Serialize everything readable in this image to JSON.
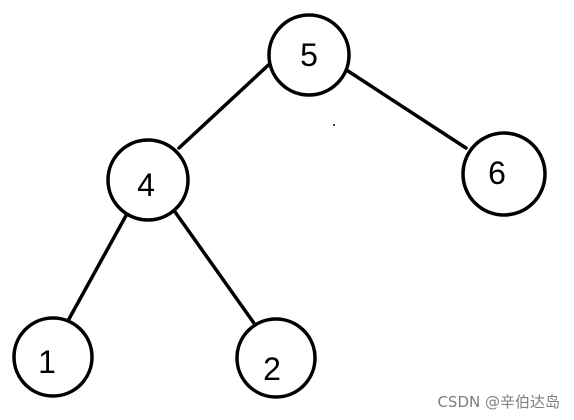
{
  "diagram": {
    "type": "binary-tree",
    "nodes": [
      {
        "id": "n5",
        "label": "5"
      },
      {
        "id": "n4",
        "label": "4"
      },
      {
        "id": "n6",
        "label": "6"
      },
      {
        "id": "n1",
        "label": "1"
      },
      {
        "id": "n2",
        "label": "2"
      }
    ],
    "edges": [
      {
        "from": "n5",
        "to": "n4"
      },
      {
        "from": "n5",
        "to": "n6"
      },
      {
        "from": "n4",
        "to": "n1"
      },
      {
        "from": "n4",
        "to": "n2"
      }
    ]
  },
  "watermark": {
    "text": "CSDN @辛伯达岛"
  }
}
